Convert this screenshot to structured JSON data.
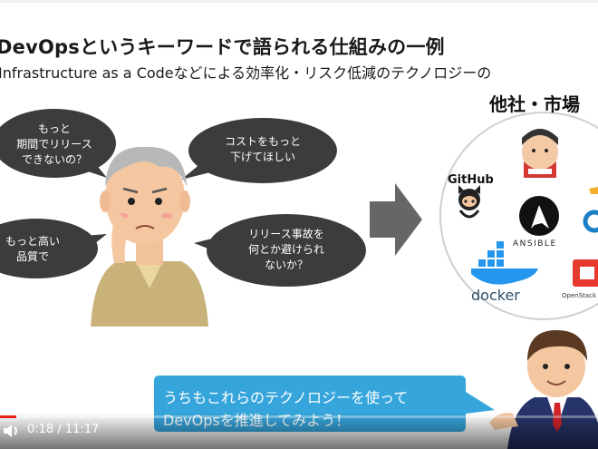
{
  "slide": {
    "title": "DevOpsというキーワードで語られる仕組みの一例",
    "subtitle": "Infrastructure as a Codeなどによる効率化・リスク低減のテクノロジーの",
    "bubbles": {
      "top_left": [
        "もっと",
        "期間でリリース",
        "できないの？"
      ],
      "bottom_left": [
        "もっと高い",
        "品質で"
      ],
      "top_right": [
        "コストをもっと",
        "下げてほしい"
      ],
      "bottom_right": [
        "リリース事故を",
        "何とか避けられ",
        "ないか？"
      ]
    },
    "market_title": "他社・市場",
    "logos": {
      "github": "GitHub",
      "ansible": "ANSIBLE",
      "docker": "docker",
      "openstack": "OpenStack"
    },
    "banner": [
      "うちもこれらのテクノロジーを使って",
      "DevOpsを推進してみよう！"
    ]
  },
  "player": {
    "time": "0:18 / 11:17",
    "progress": 0.027
  },
  "colors": {
    "bubble": "#3c3c3c",
    "arrow": "#666666",
    "banner": "#1f9bd7",
    "progress": "#e62117"
  }
}
